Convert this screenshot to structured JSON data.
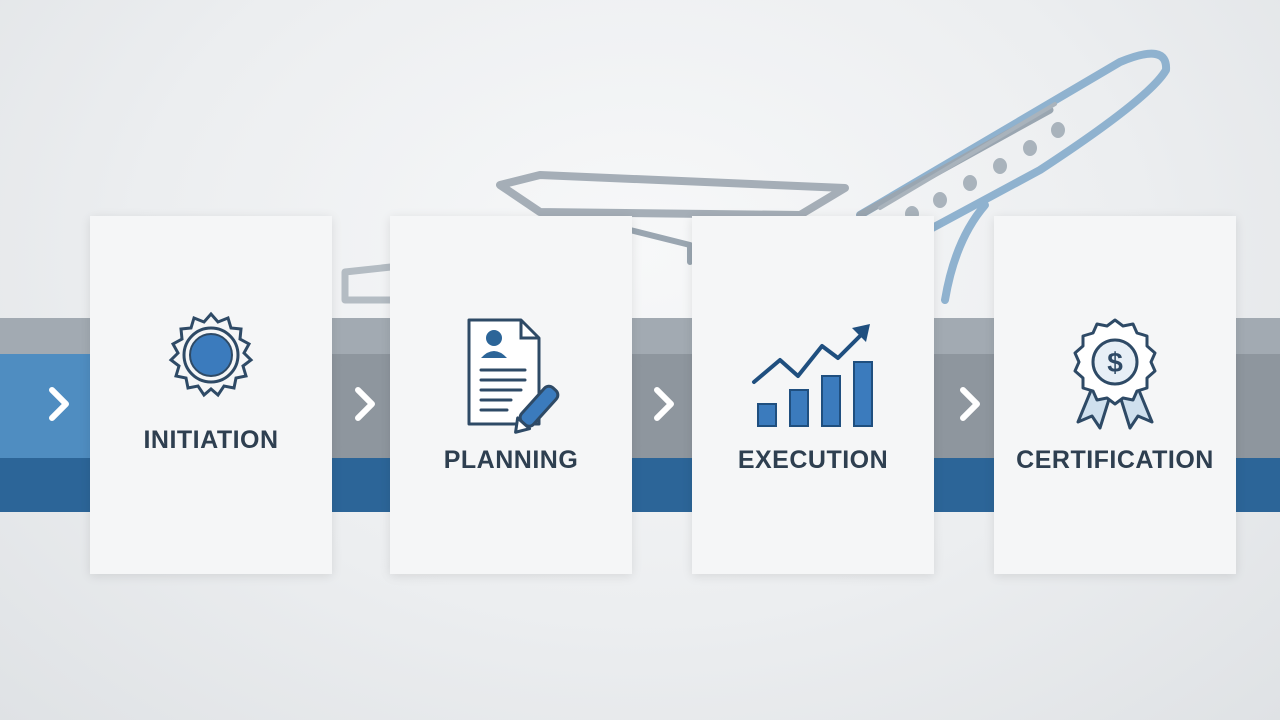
{
  "stages": [
    {
      "label": "INITIATION",
      "icon": "gear-icon"
    },
    {
      "label": "PLANNING",
      "icon": "document-pen-icon"
    },
    {
      "label": "EXECUTION",
      "icon": "growth-chart-icon"
    },
    {
      "label": "CERTIFICATION",
      "icon": "dollar-badge-icon"
    }
  ],
  "background_icon": "airplane-icon",
  "colors": {
    "accent_blue": "#2c6598",
    "light_blue": "#4f8dc1",
    "band_gray": "#8e969e",
    "card_bg": "#f5f6f7",
    "text_dark": "#2e3f50"
  }
}
